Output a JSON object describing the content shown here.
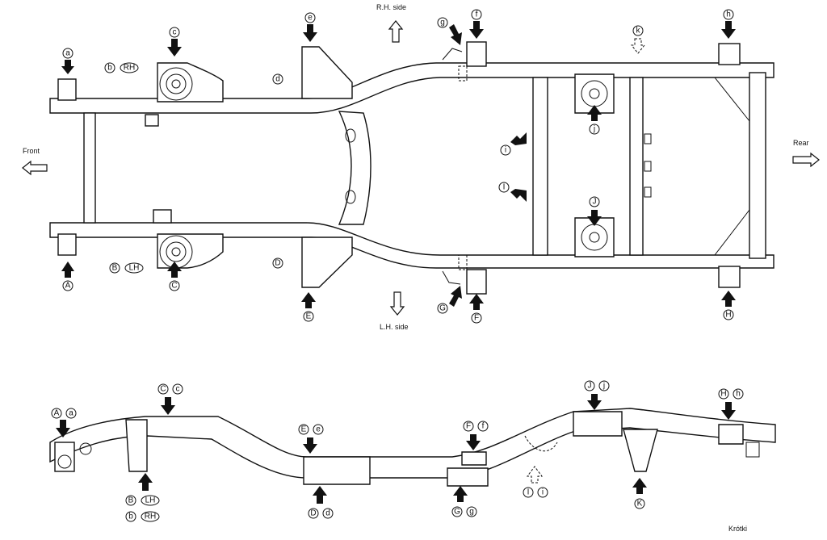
{
  "directions": {
    "front": "Front",
    "rear": "Rear",
    "rh_side": "R.H. side",
    "lh_side": "L.H. side"
  },
  "side_tags": {
    "rh": "RH",
    "lh": "LH"
  },
  "top_labels_upper": [
    "a",
    "b",
    "c",
    "d",
    "e",
    "f",
    "g",
    "h",
    "i",
    "j",
    "k"
  ],
  "top_labels_lower": [
    "A",
    "B",
    "C",
    "D",
    "E",
    "F",
    "G",
    "H",
    "I",
    "J"
  ],
  "side_view_labels": {
    "A_a": [
      "A",
      "a"
    ],
    "B_LH": [
      "B",
      "LH"
    ],
    "b_RH": [
      "b",
      "RH"
    ],
    "C_c": [
      "C",
      "c"
    ],
    "D_d": [
      "D",
      "d"
    ],
    "E_e": [
      "E",
      "e"
    ],
    "F_f": [
      "F",
      "f"
    ],
    "G_g": [
      "G",
      "g"
    ],
    "H_h": [
      "H",
      "h"
    ],
    "I_i": [
      "I",
      "i"
    ],
    "J_j": [
      "J",
      "j"
    ],
    "K": [
      "K"
    ]
  },
  "watermark": "Krótki"
}
